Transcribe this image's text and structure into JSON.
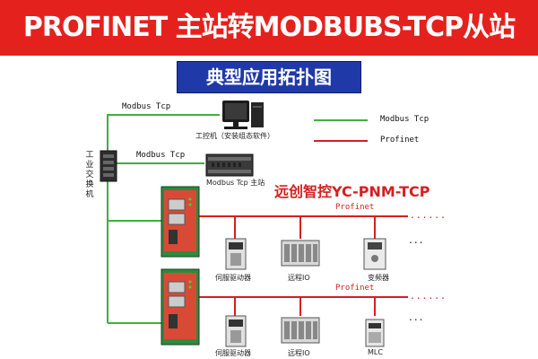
{
  "header": {
    "title": "PROFINET 主站转MODBUBS-TCP从站",
    "subtitle": "典型应用拓扑图"
  },
  "legend": {
    "items": [
      {
        "label": "Modbus Tcp",
        "color": "#3db03d"
      },
      {
        "label": "Profinet",
        "color": "#d42020"
      }
    ]
  },
  "diagram": {
    "switch_label": "工业交换机",
    "modbus_link_1": "Modbus Tcp",
    "modbus_link_2": "Modbus Tcp",
    "ipc_label": "工控机（安装组态软件）",
    "modbus_master_label": "Modbus Tcp 主站",
    "product_name": "远创智控YC-PNM-TCP",
    "profinet_label_1": "Profinet",
    "profinet_label_2": "Profinet",
    "row1": [
      "伺服驱动器",
      "远程IO",
      "变频器"
    ],
    "row2": [
      "伺服驱动器",
      "远程IO",
      "MLC"
    ],
    "ellipsis_red": "......",
    "ellipsis_dark": "..."
  },
  "colors": {
    "banner": "#e5211e",
    "subtitle_bg": "#1f39a8",
    "modbus_line": "#3db03d",
    "profinet_line": "#d42020"
  }
}
